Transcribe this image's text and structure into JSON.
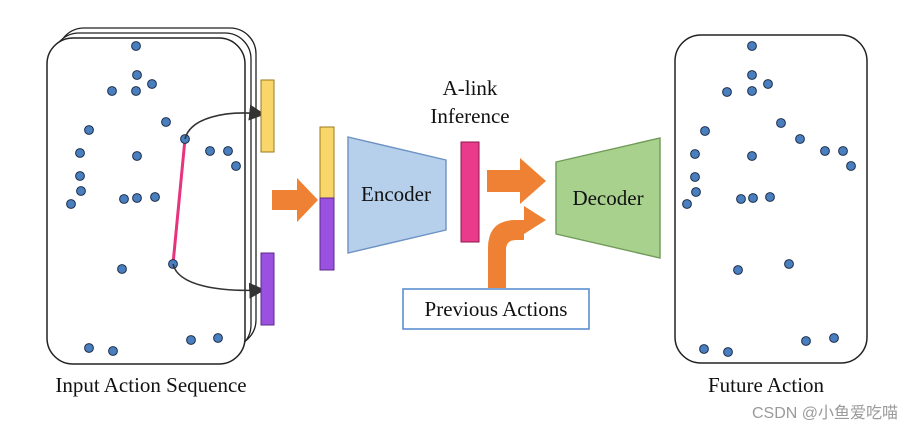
{
  "labels": {
    "input_sequence": "Input Action Sequence",
    "encoder": "Encoder",
    "alink_line1": "A-link",
    "alink_line2": "Inference",
    "decoder": "Decoder",
    "previous_actions": "Previous Actions",
    "future_action": "Future Action",
    "watermark": "CSDN @小鱼爱吃喵"
  },
  "colors": {
    "joint_fill": "#4a7fbf",
    "joint_stroke": "#1b2d4a",
    "link_line": "#e8337f",
    "feature_yellow": "#f9d66a",
    "feature_purple": "#9b51e0",
    "encoder_fill": "#b6d0ec",
    "encoder_stroke": "#6c91c2",
    "decoder_fill": "#a8d18d",
    "decoder_stroke": "#6f9a57",
    "alink_fill": "#ea3a8c",
    "arrow_orange": "#ee8133",
    "prev_box_border": "#5b8fd0"
  },
  "icons": {
    "flow_arrow": "orange-arrow-icon",
    "curved_arrow": "curved-arrow-icon"
  }
}
